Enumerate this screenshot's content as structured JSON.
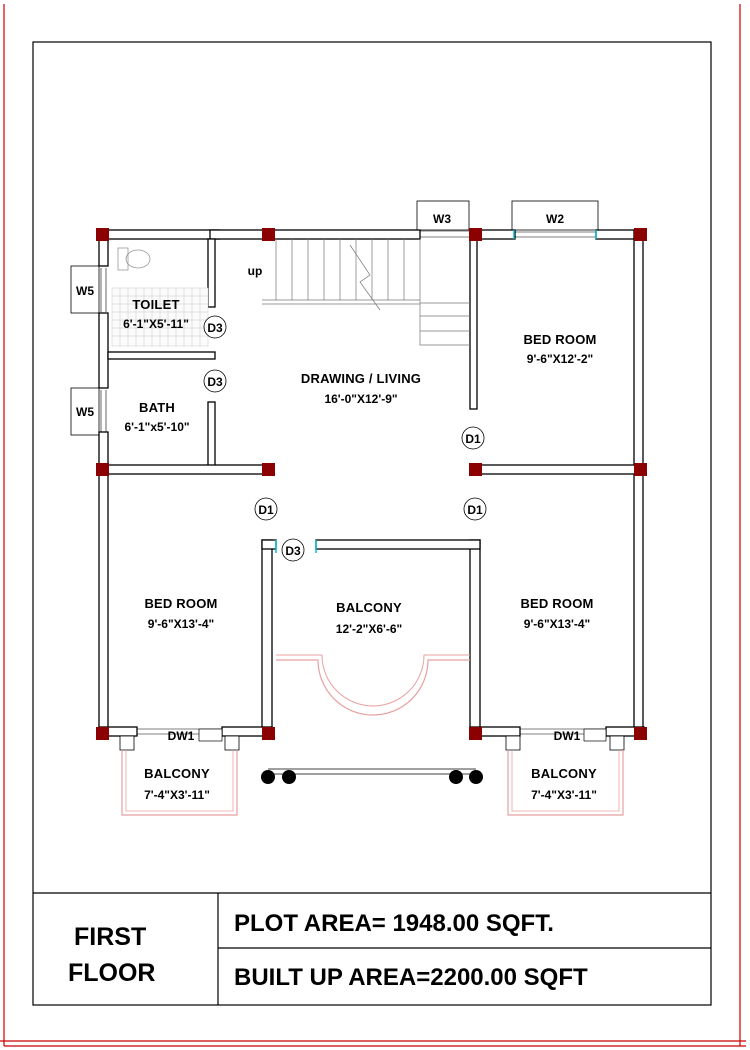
{
  "colors": {
    "border_red": "#cc0000",
    "column": "#8b0000",
    "wall": "#000000",
    "window_cyan": "#00bcd4",
    "balcony_pink": "#e8a0a0"
  },
  "rooms": {
    "toilet": {
      "name": "TOILET",
      "size": "6'-1\"X5'-11\""
    },
    "bath": {
      "name": "BATH",
      "size": "6'-1\"x5'-10\""
    },
    "living": {
      "name": "DRAWING / LIVING",
      "size": "16'-0\"X12'-9\""
    },
    "bedroom_top_right": {
      "name": "BED ROOM",
      "size": "9'-6\"X12'-2\""
    },
    "bedroom_bottom_left": {
      "name": "BED ROOM",
      "size": "9'-6\"X13'-4\""
    },
    "balcony_center": {
      "name": "BALCONY",
      "size": "12'-2\"X6'-6\""
    },
    "bedroom_bottom_right": {
      "name": "BED ROOM",
      "size": "9'-6\"X13'-4\""
    },
    "balcony_left": {
      "name": "BALCONY",
      "size": "7'-4\"X3'-11\""
    },
    "balcony_right": {
      "name": "BALCONY",
      "size": "7'-4\"X3'-11\""
    }
  },
  "openings": {
    "w3": "W3",
    "w2": "W2",
    "w5_top": "W5",
    "w5_bottom": "W5",
    "d3_toilet": "D3",
    "d3_bath": "D3",
    "d3_balcony": "D3",
    "d1_bedroom_right": "D1",
    "d1_bedroom_left": "D1",
    "d1_bedroom_bottom_right": "D1",
    "dw1_left": "DW1",
    "dw1_right": "DW1"
  },
  "stair_label": "up",
  "title_block": {
    "floor_line1": "FIRST",
    "floor_line2": "FLOOR",
    "plot_area": "PLOT AREA= 1948.00 SQFT.",
    "built_up_area": "BUILT UP  AREA=2200.00 SQFT"
  }
}
